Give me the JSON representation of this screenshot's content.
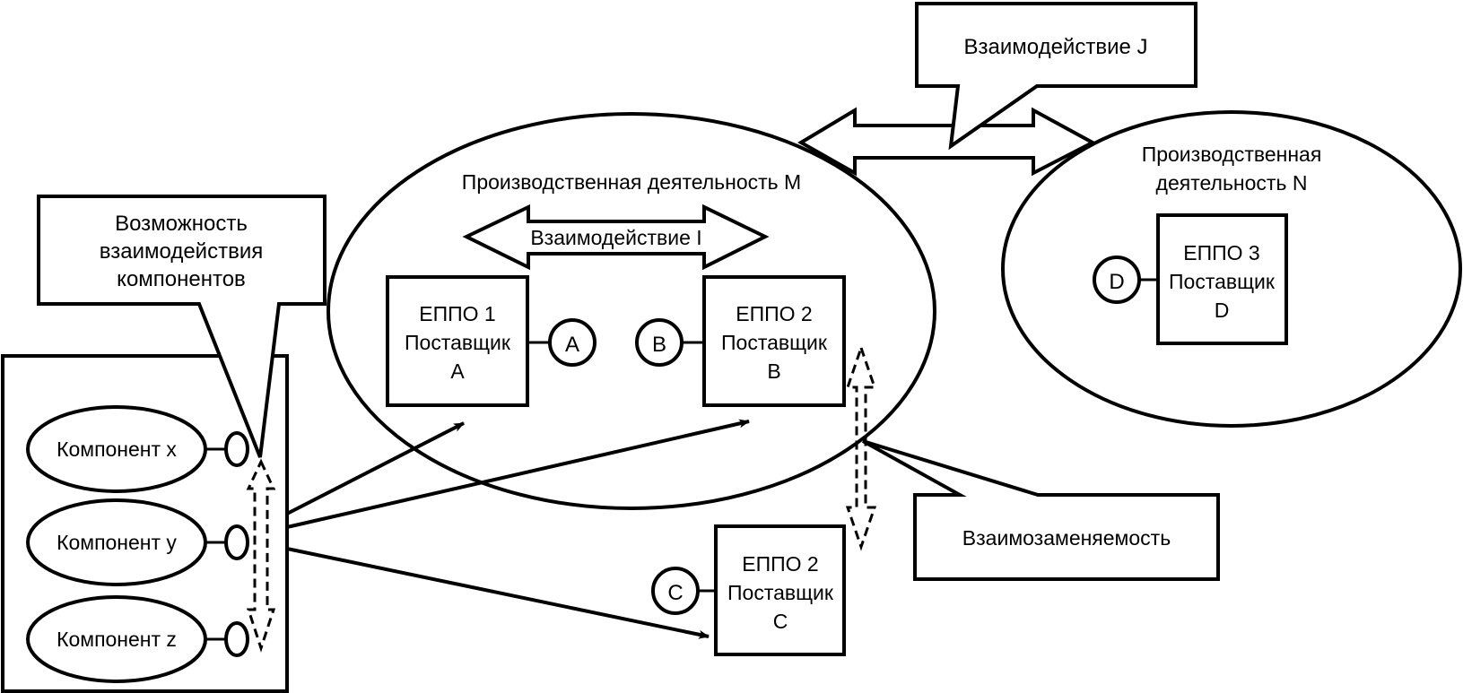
{
  "colors": {
    "line": "#000000",
    "background": "#ffffff"
  },
  "callouts": {
    "component_interop": [
      "Возможность",
      "взаимодействия",
      "компонентов"
    ],
    "interaction_j": "Взаимодействие J",
    "interchangeability": "Взаимозаменяемость"
  },
  "activity_m": {
    "title": "Производственная деятельность M",
    "interaction_i": "Взаимодействие I"
  },
  "activity_n": {
    "title_line1": "Производственная",
    "title_line2": "деятельность N"
  },
  "components": [
    {
      "label": "Компонент x"
    },
    {
      "label": "Компонент y"
    },
    {
      "label": "Компонент z"
    }
  ],
  "eppo_boxes": [
    {
      "line1": "ЕППО 1",
      "line2": "Поставщик",
      "line3": "A",
      "port": "A"
    },
    {
      "line1": "ЕППО 2",
      "line2": "Поставщик",
      "line3": "B",
      "port": "B"
    },
    {
      "line1": "ЕППО 2",
      "line2": "Поставщик",
      "line3": "C",
      "port": "C"
    },
    {
      "line1": "ЕППО 3",
      "line2": "Поставщик",
      "line3": "D",
      "port": "D"
    }
  ]
}
